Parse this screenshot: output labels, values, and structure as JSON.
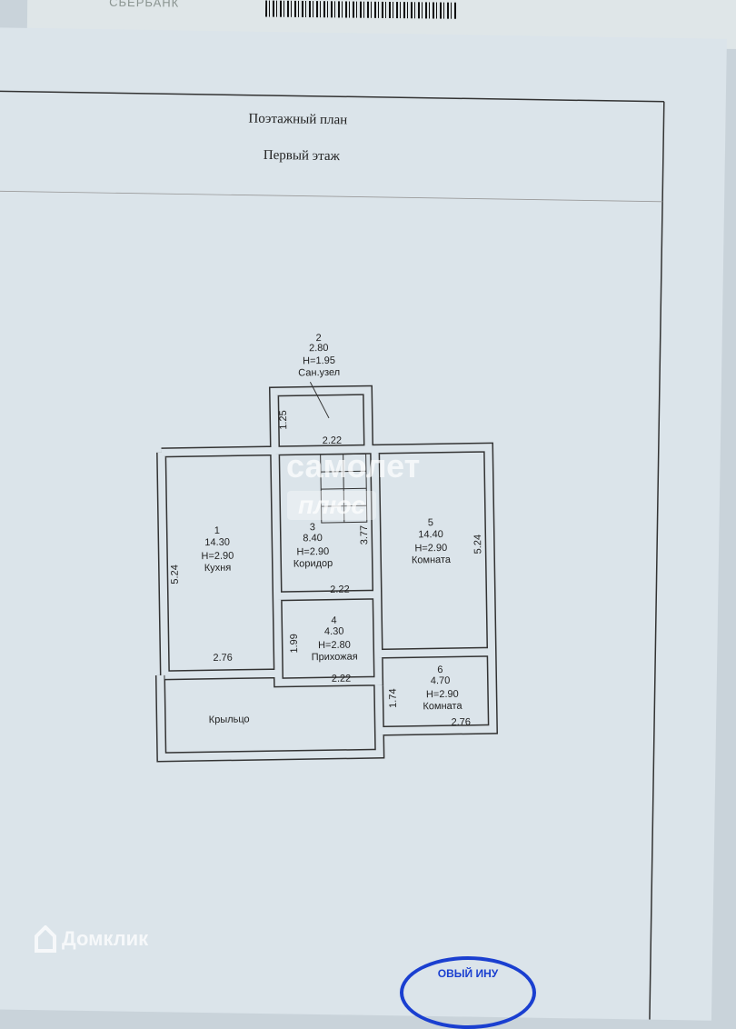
{
  "background_sheet": {
    "logo_text": "СБЕРБАНК"
  },
  "header": {
    "title": "Поэтажный план",
    "subtitle": "Первый этаж"
  },
  "rooms": [
    {
      "number": "1",
      "area": "14.30",
      "height": "H=2.90",
      "name": "Кухня"
    },
    {
      "number": "2",
      "area": "2.80",
      "height": "H=1.95",
      "name": "Сан.узел"
    },
    {
      "number": "3",
      "area": "8.40",
      "height": "H=2.90",
      "name": "Коридор"
    },
    {
      "number": "4",
      "area": "4.30",
      "height": "H=2.80",
      "name": "Прихожая"
    },
    {
      "number": "5",
      "area": "14.40",
      "height": "H=2.90",
      "name": "Комната"
    },
    {
      "number": "6",
      "area": "4.70",
      "height": "H=2.90",
      "name": "Комната"
    }
  ],
  "porch": {
    "name": "Крыльцо"
  },
  "dimensions": {
    "bath_height": "1.25",
    "bath_width": "2.22",
    "kitchen_side": "5.24",
    "kitchen_bottom": "2.76",
    "corridor_side": "3.77",
    "corridor_bottom": "2.22",
    "room5_side": "5.24",
    "hall_side": "1.99",
    "hall_bottom": "2.22",
    "room6_side": "1.74",
    "room6_bottom": "2.76"
  },
  "watermarks": {
    "samolet": "самолет",
    "plus": "плюс",
    "domclick": "Домклик"
  },
  "stamp": {
    "text": "ОВЫЙ ИНУ"
  }
}
